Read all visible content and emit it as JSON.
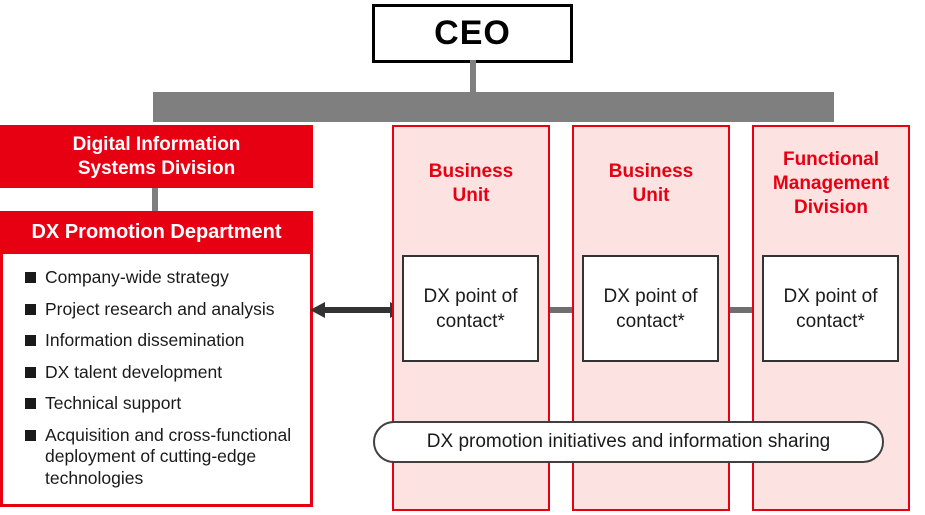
{
  "colors": {
    "brand_red": "#e60012",
    "pink_fill": "#fde2e2",
    "connector_gray": "#7f7f7f",
    "arrow_dark": "#333333"
  },
  "ceo": {
    "label": "CEO"
  },
  "left_branch": {
    "division_title": "Digital Information Systems Division",
    "department_title": "DX Promotion Department",
    "responsibilities": [
      "Company-wide strategy",
      "Project research and analysis",
      "Information dissemination",
      "DX talent development",
      "Technical support",
      "Acquisition and cross-functional deployment of cutting-edge technologies"
    ]
  },
  "columns": [
    {
      "title": "Business Unit",
      "contact_label": "DX point of contact*"
    },
    {
      "title": "Business Unit",
      "contact_label": "DX point of contact*"
    },
    {
      "title": "Functional Management Division",
      "contact_label": "DX point of contact*"
    }
  ],
  "banner": {
    "label": "DX promotion initiatives and information sharing"
  }
}
